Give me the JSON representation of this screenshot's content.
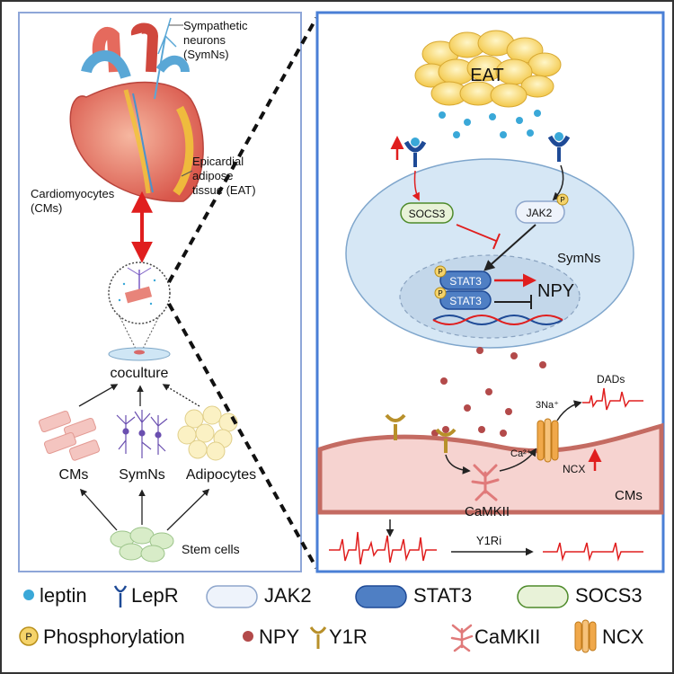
{
  "left_panel": {
    "sympathetic_neurons_line1": "Sympathetic",
    "sympathetic_neurons_line2": "neurons",
    "sympathetic_neurons_line3": "(SymNs)",
    "eat_line1": "Epicardial",
    "eat_line2": "adipose",
    "eat_line3": "tissue (EAT)",
    "cardiomyocytes_line1": "Cardiomyocytes",
    "cardiomyocytes_line2": "(CMs)",
    "coculture": "coculture",
    "cms": "CMs",
    "symns": "SymNs",
    "adipocytes": "Adipocytes",
    "stem_cells": "Stem cells"
  },
  "right_panel": {
    "eat": "EAT",
    "socs3": "SOCS3",
    "jak2": "JAK2",
    "symns": "SymNs",
    "stat3_a": "STAT3",
    "stat3_b": "STAT3",
    "npy": "NPY",
    "p": "P",
    "dads": "DADs",
    "na": "3Na⁺",
    "ca": "Ca²⁺",
    "ncx": "NCX",
    "camkii": "CaMKII",
    "cms": "CMs",
    "y1ri": "Y1Ri"
  },
  "legend": {
    "leptin": "leptin",
    "lepr": "LepR",
    "jak2": "JAK2",
    "stat3": "STAT3",
    "socs3": "SOCS3",
    "phosphorylation": "Phosphorylation",
    "npy": "NPY",
    "y1r": "Y1R",
    "camkii": "CaMKII",
    "ncx": "NCX",
    "p": "P"
  },
  "colors": {
    "panel_border": "#7f9fd8",
    "right_border": "#4a7fd6",
    "leptin": "#3aa8d8",
    "jak2_fill": "#eef3fb",
    "stat3_fill": "#4f7fc4",
    "socs3_fill": "#e8f2d8",
    "phospho": "#f5d36a",
    "npy": "#b34a4a",
    "y1r": "#b8902a",
    "camkii": "#e07a7a",
    "ncx": "#f0a84a",
    "red_arrow": "#e01e1e",
    "cell_fill": "#d6e7f5",
    "cms_fill": "#f6d3d0"
  }
}
